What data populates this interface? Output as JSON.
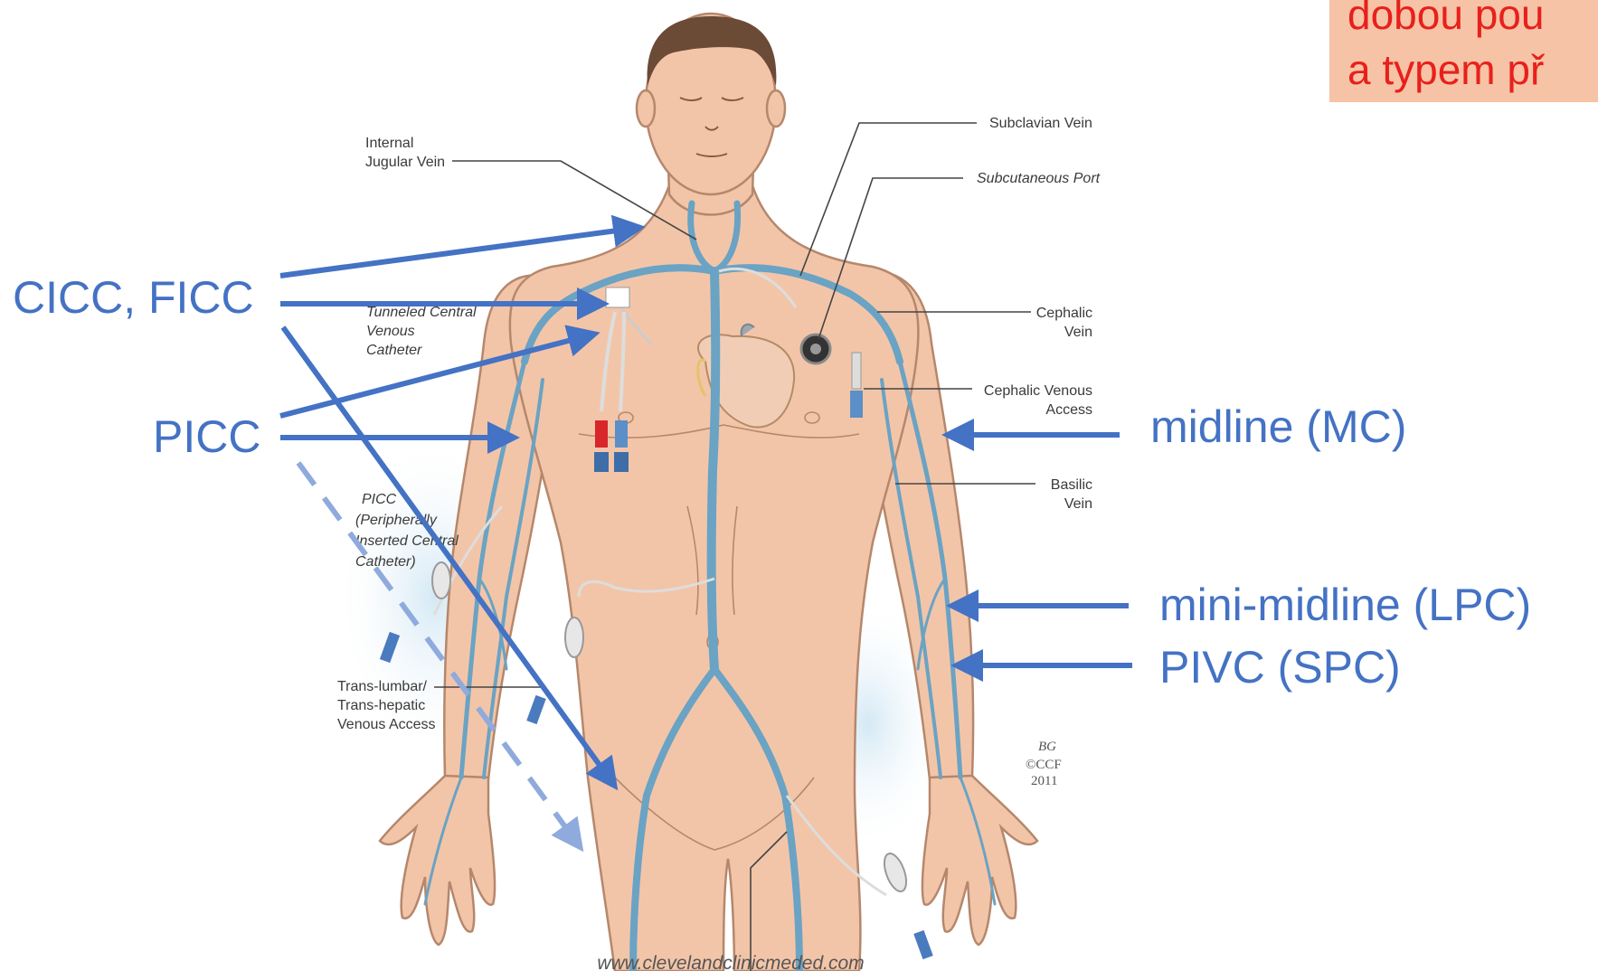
{
  "callout": {
    "line1": "dobou pou",
    "line2": "a typem př",
    "bg": "#f6c3a6",
    "text_color": "#e8201b"
  },
  "illustration": {
    "labels": {
      "internal_jugular_1": "Internal",
      "internal_jugular_2": "Jugular Vein",
      "subclavian": "Subclavian Vein",
      "subcutaneous_port": "Subcutaneous Port",
      "tunneled_1": "Tunneled Central",
      "tunneled_2": "Venous",
      "tunneled_3": "Catheter",
      "cephalic_1": "Cephalic",
      "cephalic_2": "Vein",
      "cephalic_access_1": "Cephalic Venous",
      "cephalic_access_2": "Access",
      "basilic_1": "Basilic",
      "basilic_2": "Vein",
      "picc_1": "PICC",
      "picc_2": "(Peripherally",
      "picc_3": "Inserted Central",
      "picc_4": "Catheter)",
      "translumbar_1": "Trans-lumbar/",
      "translumbar_2": "Trans-hepatic",
      "translumbar_3": "Venous Access"
    },
    "signature": "BG",
    "copyright_1": "©CCF",
    "copyright_2": "2011",
    "credit": "www.clevelandclinicmeded.com"
  },
  "annotations": {
    "cicc_ficc": "CICC, FICC",
    "picc": "PICC",
    "midline": "midline (MC)",
    "mini_midline": "mini-midline (LPC)",
    "pivc": "PIVC (SPC)",
    "arrow_color": "#4472c4",
    "dashed_arrow_color": "#8faadc"
  },
  "colors": {
    "skin": "#f3c5a8",
    "vein": "#6aa3c4",
    "hair": "#6b4a36"
  }
}
